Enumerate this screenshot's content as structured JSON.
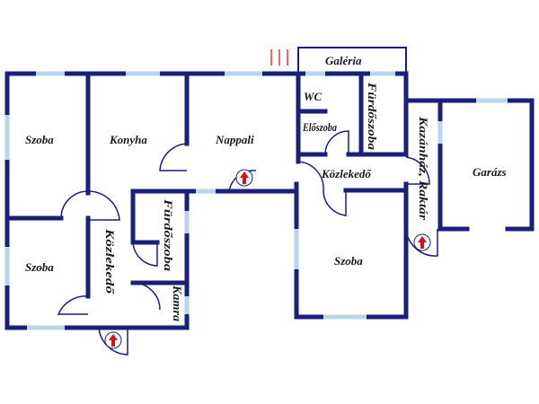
{
  "rooms": {
    "szoba_1": "Szoba",
    "konyha": "Konyha",
    "nappali": "Nappali",
    "galeria": "Galéria",
    "wc": "WC",
    "eloszoba": "Előszoba",
    "furdoszoba_1": "Fürdőszoba",
    "kazanhaz_raktar": "Kazánház, Raktár",
    "garazs": "Garázs",
    "kozlekedo_1": "Közlekedő",
    "szoba_2": "Szoba",
    "kozlekedo_2": "Közlekedő",
    "furdoszoba_2": "Fürdőszoba",
    "kamra": "Kamra",
    "szoba_3": "Szoba"
  },
  "colors": {
    "wall": "#1a1f7a",
    "window": "#b9d4ee",
    "entrance_arrow": "#d0141a"
  },
  "icons": [
    "entrance-arrow-icon"
  ]
}
